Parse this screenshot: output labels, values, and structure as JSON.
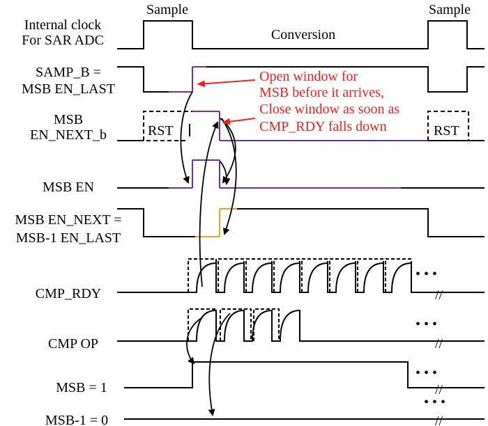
{
  "labels": {
    "clk_1": "Internal clock",
    "clk_2": "For SAR ADC",
    "samp_1": "SAMP_B =",
    "samp_2": "MSB EN_LAST",
    "next_b_1": "MSB",
    "next_b_2": "EN_NEXT_b",
    "msb_en": "MSB EN",
    "next_1": "MSB EN_NEXT =",
    "next_2": "MSB-1 EN_LAST",
    "cmp_rdy": "CMP_RDY",
    "cmp_op": "CMP OP",
    "msb": "MSB = 1",
    "msb_1": "MSB-1 = 0"
  },
  "phases": {
    "sample_left": "Sample",
    "sample_right": "Sample",
    "conversion": "Conversion"
  },
  "rst": {
    "left": "RST",
    "right": "RST"
  },
  "annotations": {
    "note_1": "Open window for",
    "note_2": "MSB before it arrives,",
    "note_3": "Close window as soon as",
    "note_4": "CMP_RDY falls down"
  },
  "ellipsis": "• • •",
  "break_mark": "//",
  "colors": {
    "signal": "#000000",
    "annotation": "#ee2222",
    "msb_window": "#7030a0",
    "msb_1_window": "#f0a020",
    "bit3": "#e02020",
    "bit4": "#70b030",
    "bit5": "#208040",
    "bit6": "#40a0d0",
    "bit7": "#2060c0"
  }
}
